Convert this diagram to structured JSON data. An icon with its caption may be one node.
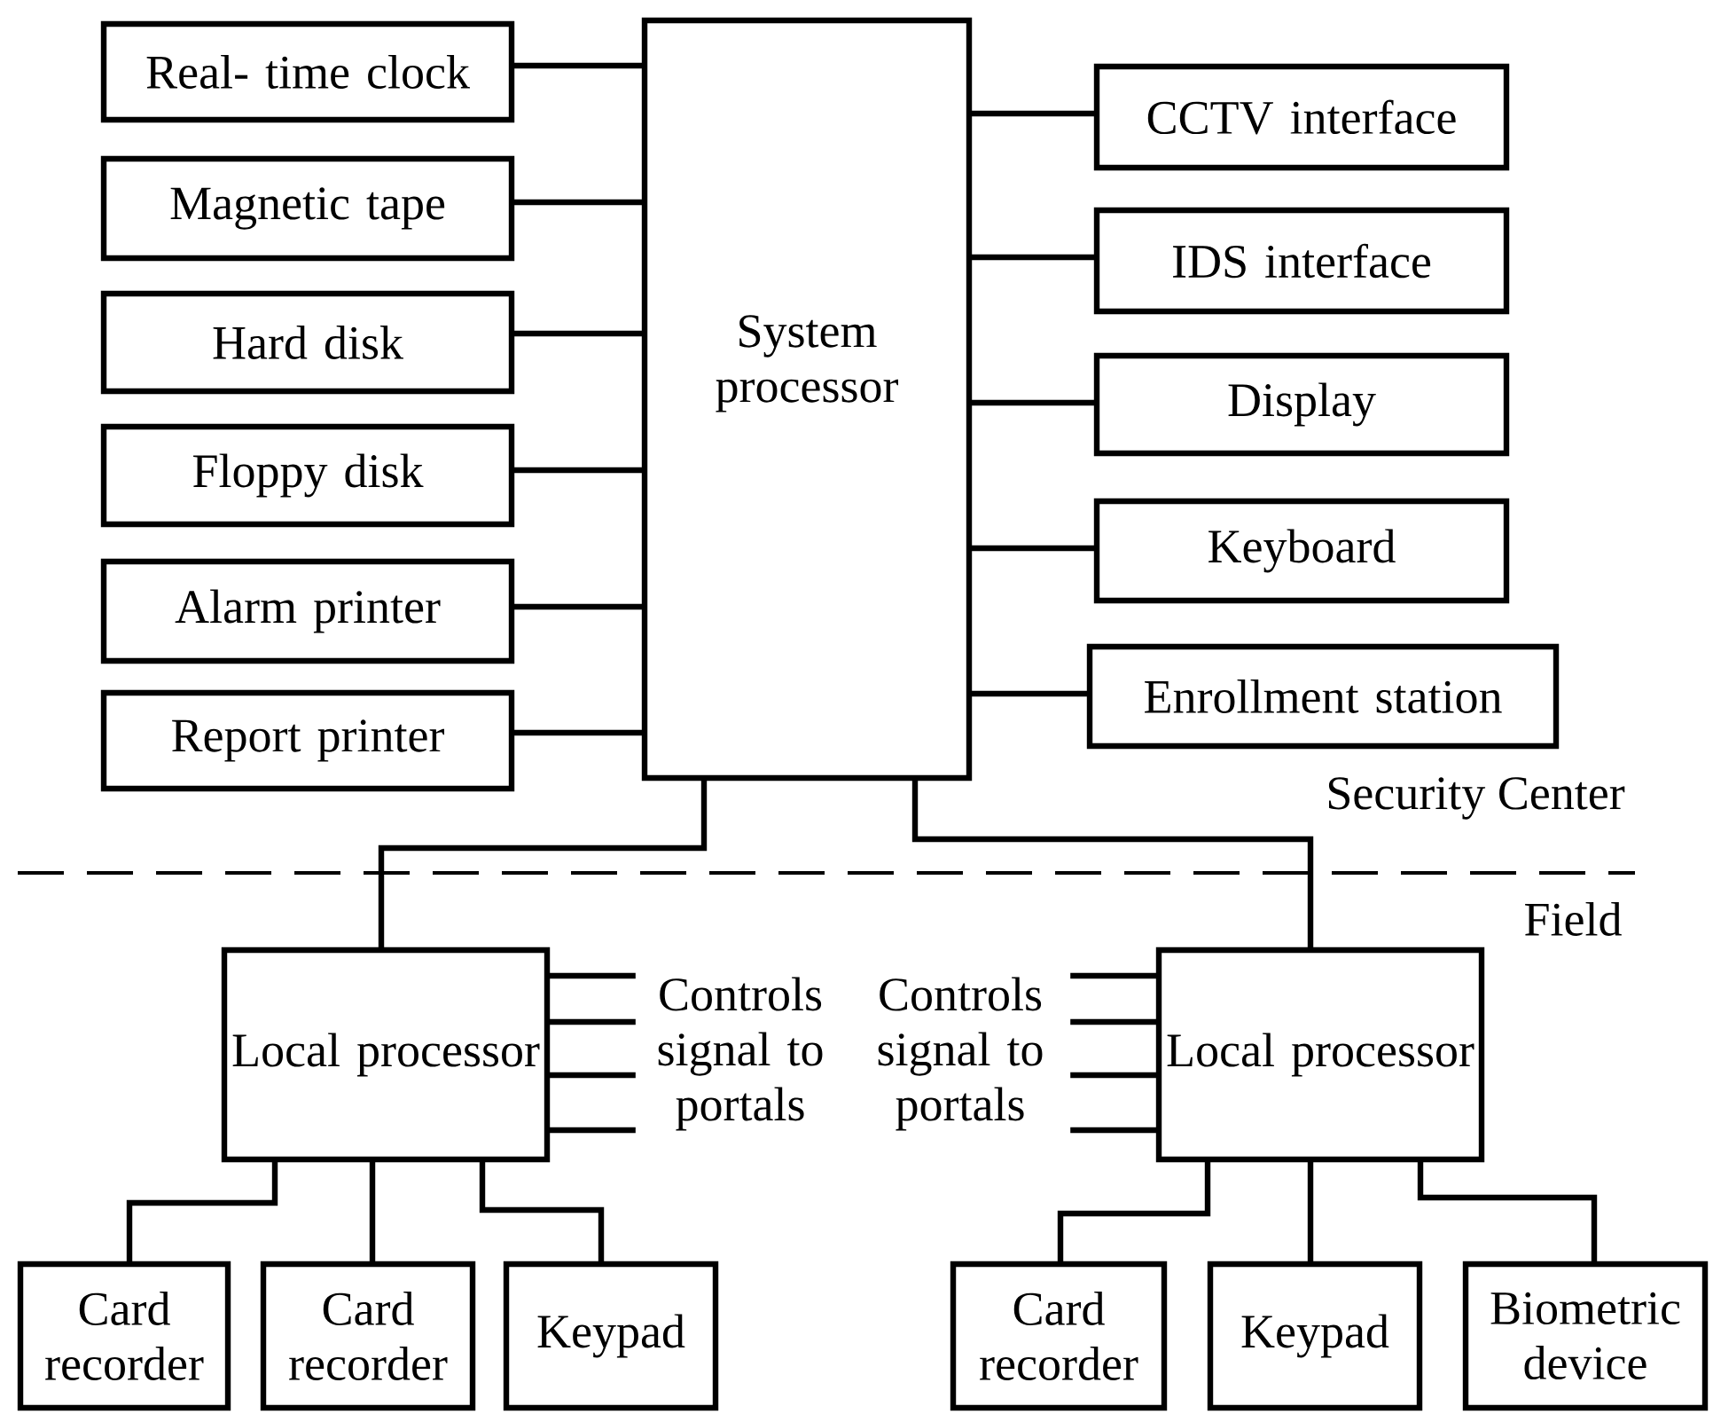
{
  "diagram": {
    "nodes": [
      {
        "text": [
          "System processor"
        ]
      },
      {
        "text": [
          "Real- time clock"
        ]
      },
      {
        "text": [
          "Magnetic tape"
        ]
      },
      {
        "text": [
          "Hard disk"
        ]
      },
      {
        "text": [
          "Floppy disk"
        ]
      },
      {
        "text": [
          "Alarm printer"
        ]
      },
      {
        "text": [
          "Report printer"
        ]
      },
      {
        "text": [
          "CCTV interface"
        ]
      },
      {
        "text": [
          "IDS interface"
        ]
      },
      {
        "text": [
          "Display"
        ]
      },
      {
        "text": [
          "Keyboard"
        ]
      },
      {
        "text": [
          "Enrollment station"
        ]
      },
      {
        "text": [
          "Local processor"
        ]
      },
      {
        "text": [
          "Controls signal to portals"
        ]
      },
      {
        "text": [
          "Controls signal to portals"
        ]
      },
      {
        "text": [
          "Local processor"
        ]
      },
      {
        "text": [
          "Card recorder"
        ]
      },
      {
        "text": [
          "Card recorder"
        ]
      },
      {
        "text": [
          "Keypad"
        ]
      },
      {
        "text": [
          "Card recorder"
        ]
      },
      {
        "text": [
          "Keypad"
        ]
      },
      {
        "text": [
          "Biometric device"
        ]
      }
    ],
    "edges": [
      {
        "from": 1,
        "to": 0,
        "arrow": "none"
      },
      {
        "from": 2,
        "to": 0,
        "arrow": "none"
      },
      {
        "from": 3,
        "to": 0,
        "arrow": "none"
      },
      {
        "from": 4,
        "to": 0,
        "arrow": "none"
      },
      {
        "from": 5,
        "to": 0,
        "arrow": "none"
      },
      {
        "from": 6,
        "to": 0,
        "arrow": "none"
      },
      {
        "from": 0,
        "to": 7,
        "arrow": "none"
      },
      {
        "from": 0,
        "to": 8,
        "arrow": "none"
      },
      {
        "from": 0,
        "to": 9,
        "arrow": "none"
      },
      {
        "from": 0,
        "to": 10,
        "arrow": "none"
      },
      {
        "from": 0,
        "to": 11,
        "arrow": "none"
      },
      {
        "from": 0,
        "to": 12,
        "arrow": "none"
      },
      {
        "from": 0,
        "to": 15,
        "arrow": "none"
      },
      {
        "from": 12,
        "to": 13,
        "arrow": "none"
      },
      {
        "from": 12,
        "to": 13,
        "arrow": "none"
      },
      {
        "from": 12,
        "to": 13,
        "arrow": "none"
      },
      {
        "from": 12,
        "to": 13,
        "arrow": "none"
      },
      {
        "from": 15,
        "to": 14,
        "arrow": "none"
      },
      {
        "from": 15,
        "to": 14,
        "arrow": "none"
      },
      {
        "from": 15,
        "to": 14,
        "arrow": "none"
      },
      {
        "from": 15,
        "to": 14,
        "arrow": "none"
      },
      {
        "from": 12,
        "to": 16,
        "arrow": "none"
      },
      {
        "from": 12,
        "to": 17,
        "arrow": "none"
      },
      {
        "from": 12,
        "to": 18,
        "arrow": "none"
      },
      {
        "from": 15,
        "to": 19,
        "arrow": "none"
      },
      {
        "from": 15,
        "to": 20,
        "arrow": "none"
      },
      {
        "from": 15,
        "to": 21,
        "arrow": "none"
      }
    ],
    "labels": [
      "Security Center",
      "Field"
    ]
  }
}
